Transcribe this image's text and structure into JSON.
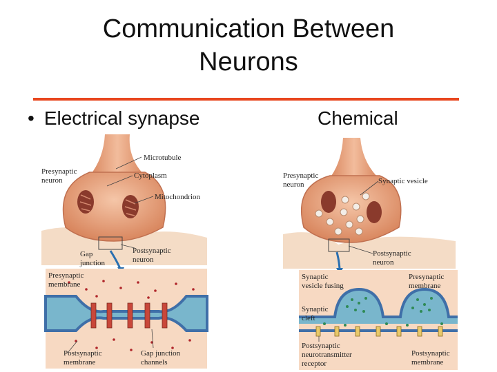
{
  "title_line1": "Communication Between",
  "title_line2": "Neurons",
  "bullet": "Electrical synapse",
  "right_heading": "Chemical",
  "electrical": {
    "labels": {
      "microtubule": "Microtubule",
      "presynaptic_neuron_1": "Presynaptic",
      "presynaptic_neuron_2": "neuron",
      "cytoplasm": "Cytoplasm",
      "mitochondrion": "Mitochondrion",
      "gap_junction_1": "Gap",
      "gap_junction_2": "junction",
      "postsynaptic_neuron_1": "Postsynaptic",
      "postsynaptic_neuron_2": "neuron",
      "presynaptic_membrane_1": "Presynaptic",
      "presynaptic_membrane_2": "membrane",
      "postsynaptic_membrane_1": "Postsynaptic",
      "postsynaptic_membrane_2": "membrane",
      "gap_junction_channels_1": "Gap junction",
      "gap_junction_channels_2": "channels"
    }
  },
  "chemical": {
    "labels": {
      "presynaptic_neuron_1": "Presynaptic",
      "presynaptic_neuron_2": "neuron",
      "synaptic_vesicle": "Synaptic vesicle",
      "postsynaptic_neuron_1": "Postsynaptic",
      "postsynaptic_neuron_2": "neuron",
      "vesicle_fusing_1": "Synaptic",
      "vesicle_fusing_2": "vesicle fusing",
      "presynaptic_membrane_1": "Presynaptic",
      "presynaptic_membrane_2": "membrane",
      "synaptic_cleft_1": "Synaptic",
      "synaptic_cleft_2": "cleft",
      "receptor_1": "Postsynaptic",
      "receptor_2": "neurotransmitter",
      "receptor_3": "receptor",
      "postsynaptic_membrane_1": "Postsynaptic",
      "postsynaptic_membrane_2": "membrane"
    }
  },
  "colors": {
    "accent_rule": "#e8461e",
    "neuron": "#e9a27d",
    "membrane": "#3f6fa8",
    "cleft": "#79b6cc",
    "mitochondrion": "#8a3a2c"
  }
}
